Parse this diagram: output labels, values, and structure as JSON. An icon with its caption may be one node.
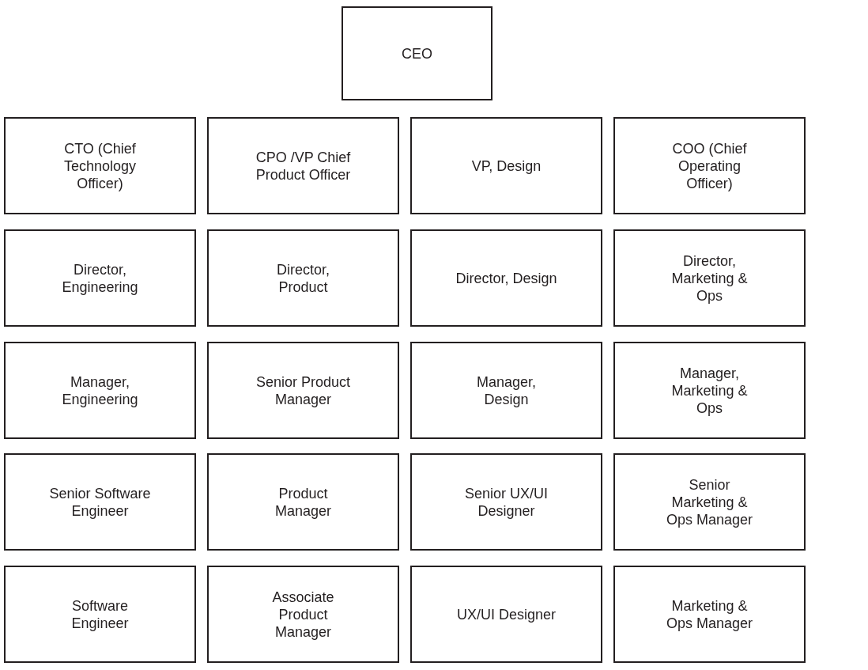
{
  "diagram": {
    "nodes": [
      {
        "text": [
          "CEO"
        ]
      },
      {
        "text": [
          "CTO (Chief Technology Officer)"
        ]
      },
      {
        "text": [
          "CPO /VP Chief Product Officer"
        ]
      },
      {
        "text": [
          "VP, Design"
        ]
      },
      {
        "text": [
          "COO (Chief Operating Officer)"
        ]
      },
      {
        "text": [
          "Director, Engineering"
        ]
      },
      {
        "text": [
          "Director, Product"
        ]
      },
      {
        "text": [
          "Director, Design"
        ]
      },
      {
        "text": [
          "Director, Marketing & Ops"
        ]
      },
      {
        "text": [
          "Manager, Engineering"
        ]
      },
      {
        "text": [
          "Senior Product Manager"
        ]
      },
      {
        "text": [
          "Manager, Design"
        ]
      },
      {
        "text": [
          "Manager, Marketing & Ops"
        ]
      },
      {
        "text": [
          "Senior Software Engineer"
        ]
      },
      {
        "text": [
          "Product Manager"
        ]
      },
      {
        "text": [
          "Senior UX/UI Designer"
        ]
      },
      {
        "text": [
          "Senior Marketing & Ops Manager"
        ]
      },
      {
        "text": [
          "Software Engineer"
        ]
      },
      {
        "text": [
          "Associate Product Manager"
        ]
      },
      {
        "text": [
          "UX/UI Designer"
        ]
      },
      {
        "text": [
          "Marketing & Ops Manager"
        ]
      }
    ]
  }
}
